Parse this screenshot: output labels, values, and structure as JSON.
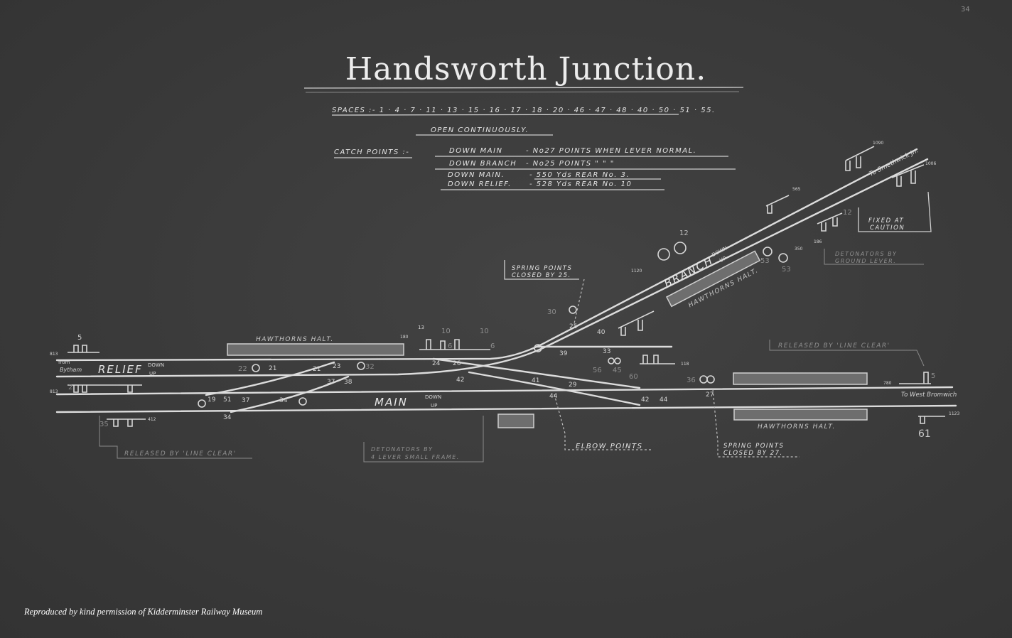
{
  "page_number": "34",
  "title": "Handsworth Junction.",
  "notes": {
    "spaces": "SPACES :-  1 · 4 · 7 · 11 · 13 · 15 · 16 · 17 · 18 · 20 · 46 · 47 · 48 · 40 · 50 · 51 · 55.",
    "open": "OPEN   CONTINUOUSLY.",
    "catch_points_label": "CATCH POINTS :-",
    "catch_points": [
      {
        "line": "DOWN  MAIN",
        "detail": "-  No27  POINTS WHEN LEVER  NORMAL."
      },
      {
        "line": "DOWN  BRANCH",
        "detail": "-  No25  POINTS     \"     \"     \""
      },
      {
        "line": "DOWN MAIN.",
        "detail": "-  550 Yds  REAR  No. 3."
      },
      {
        "line": "DOWN  RELIEF.",
        "detail": "-  528 Yds  REAR  No. 10"
      }
    ]
  },
  "tracks": {
    "relief": "RELIEF",
    "main": "MAIN",
    "branch": "BRANCH",
    "down": "DOWN",
    "up": "UP",
    "from_left": "from",
    "from_left_place": "Bytham",
    "to_right": "To West Bromwich",
    "to_branch": "To Smethwick Jn."
  },
  "platforms": {
    "left": "HAWTHORNS HALT.",
    "branch": "HAWTHORNS HALT.",
    "right": "HAWTHORNS HALT."
  },
  "annotations": {
    "spring_25": [
      "SPRING POINTS",
      "CLOSED BY 25."
    ],
    "elbow": "ELBOW POINTS",
    "spring_27": [
      "SPRING POINTS",
      "CLOSED BY 27."
    ],
    "released_right": "RELEASED BY 'LINE CLEAR'",
    "released_left": "RELEASED BY 'LINE CLEAR'",
    "detonators_frame": [
      "DETONATORS BY",
      "4 LEVER SMALL FRAME."
    ],
    "detonators_ground": [
      "DETONATORS BY",
      "GROUND LEVER."
    ],
    "fixed_caution": [
      "FIXED AT",
      "CAUTION"
    ]
  },
  "distances": [
    "813",
    "813",
    "412",
    "180",
    "1090",
    "565",
    "1123",
    "780",
    "1120",
    "118",
    "1006",
    "186",
    "350"
  ],
  "levers": [
    "5",
    "21",
    "21",
    "23",
    "37",
    "38",
    "19",
    "51",
    "37",
    "34",
    "34",
    "24",
    "26",
    "42",
    "25",
    "40",
    "39",
    "33",
    "41",
    "44",
    "29",
    "42",
    "44",
    "27",
    "36",
    "12",
    "53",
    "53",
    "30",
    "61",
    "5",
    "12",
    "10",
    "10",
    "6",
    "6",
    "56",
    "45",
    "60",
    "22",
    "32",
    "35",
    "2",
    "13"
  ],
  "caption": "Reproduced by kind permission of Kidderminster Railway Museum",
  "colors": {
    "background": "#3a3a3a",
    "linework": "#dcdcdc",
    "platform": "#6e6e6e"
  }
}
